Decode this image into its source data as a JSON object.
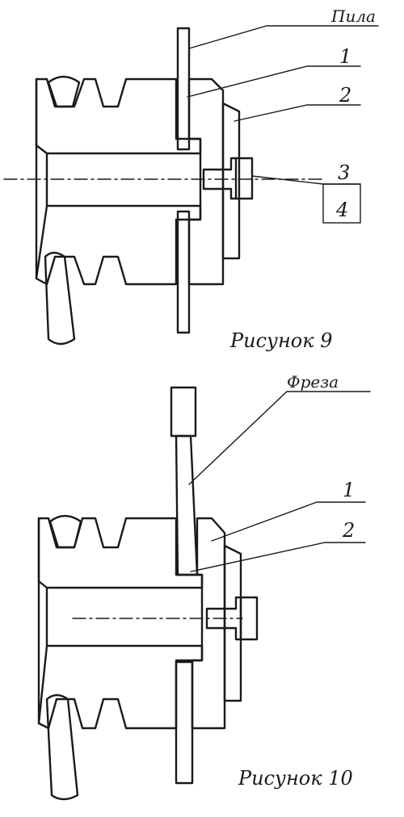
{
  "figure9": {
    "caption": "Рисунок 9",
    "tool_label": "Пила",
    "parts": [
      "1",
      "2",
      "3",
      "4"
    ]
  },
  "figure10": {
    "caption": "Рисунок 10",
    "tool_label": "Фреза",
    "parts": [
      "1",
      "2"
    ]
  },
  "colors": {
    "ink": "#1a1a1a",
    "paper": "#ffffff"
  }
}
